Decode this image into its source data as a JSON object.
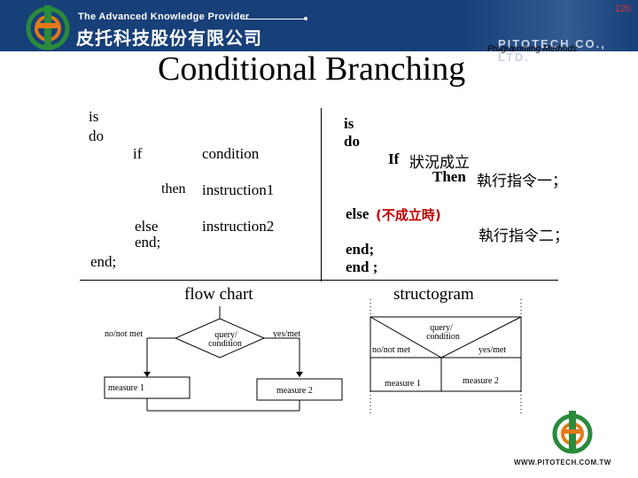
{
  "header": {
    "company_en": "The Advanced Knowledge Provider",
    "company_zh": "皮托科技股份有限公司",
    "brand": "PITOTECH CO., LTD.",
    "page_number": "120",
    "subtitle": "Programming Methods"
  },
  "slide": {
    "title": "Conditional Branching"
  },
  "left_code": {
    "is": "is",
    "do": "do",
    "if": "if",
    "condition": "condition",
    "then": "then",
    "instruction1": "instruction1",
    "else": "else",
    "end_inner": "end;",
    "instruction2": "instruction2",
    "end_outer": "end;"
  },
  "right_code": {
    "is": "is",
    "do": "do",
    "if": "If",
    "if_zh": "狀況成立",
    "then": "Then",
    "then_zh": "執行指令一；",
    "else": "else",
    "else_zh": "(不成立時)",
    "else_action_zh": "執行指令二；",
    "end1": "end;",
    "end2": "end ;"
  },
  "flow_chart": {
    "label": "flow chart",
    "no_label": "no/not met",
    "yes_label": "yes/met",
    "query_line1": "query/",
    "query_line2": "condition",
    "measure1": "measure 1",
    "measure2": "measure 2"
  },
  "structogram": {
    "label": "structogram",
    "query_line1": "query/",
    "query_line2": "condition",
    "no_label": "no/not met",
    "yes_label": "yes/met",
    "measure1": "measure 1",
    "measure2": "measure 2"
  },
  "footer": {
    "url": "WWW.PITOTECH.COM.TW"
  },
  "colors": {
    "header_bg": "#173f78",
    "logo_green": "#2a8a3c",
    "logo_orange": "#e07a1a",
    "accent_red": "#c00000"
  }
}
